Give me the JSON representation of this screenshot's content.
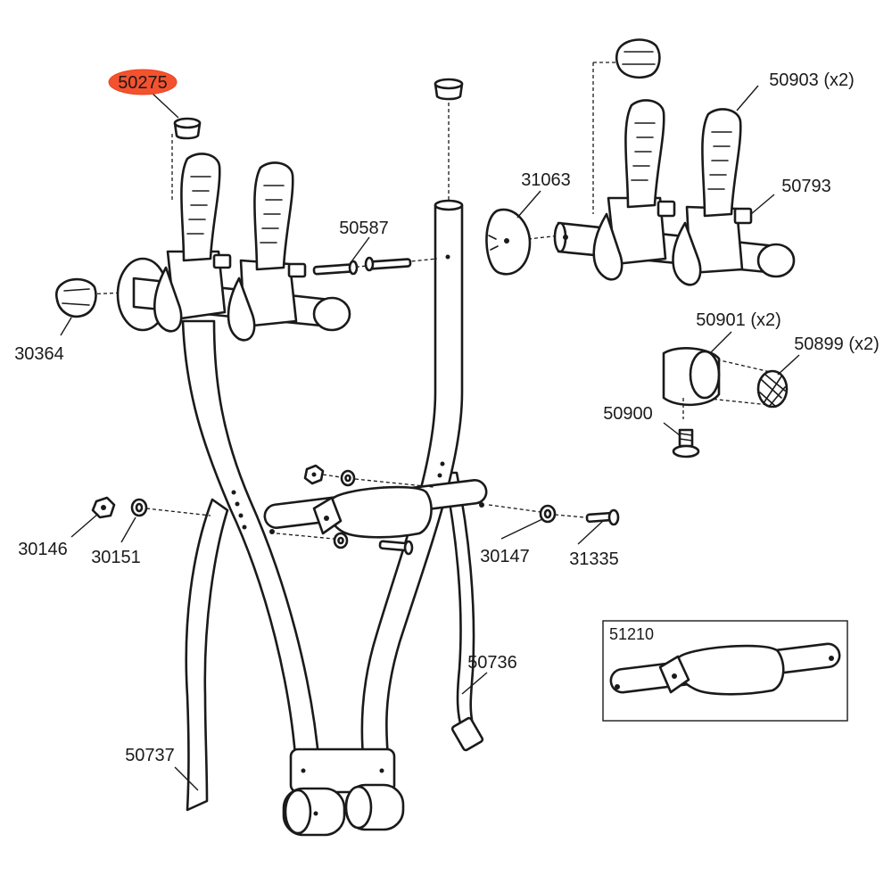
{
  "highlight_color": "#f4522f",
  "labels": {
    "p50275": "50275",
    "p30364": "30364",
    "p50587": "50587",
    "p31063": "31063",
    "p50903": "50903 (x2)",
    "p50793": "50793",
    "p50901": "50901 (x2)",
    "p50899": "50899 (x2)",
    "p50900": "50900",
    "p30146": "30146",
    "p30151": "30151",
    "p30147": "30147",
    "p31335": "31335",
    "p50736": "50736",
    "p50737": "50737",
    "p51210": "51210"
  }
}
